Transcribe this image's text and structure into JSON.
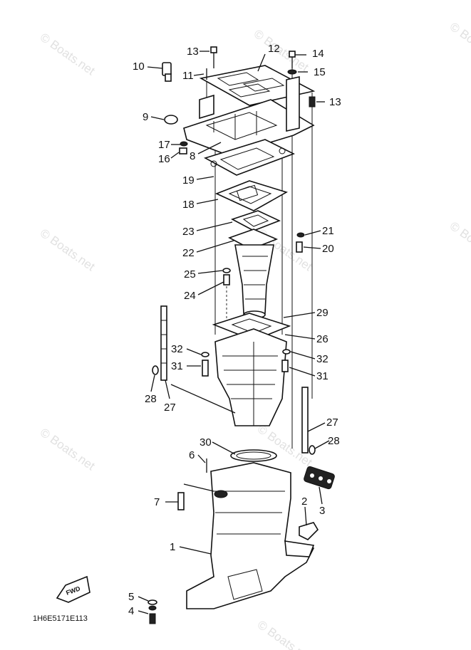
{
  "diagram_code": "1H6E5171E113",
  "fwd_mark": "FWD",
  "watermark": "© Boats.net",
  "callouts": [
    "1",
    "2",
    "3",
    "4",
    "5",
    "6",
    "7",
    "8",
    "9",
    "10",
    "11",
    "12",
    "13",
    "13",
    "14",
    "15",
    "16",
    "17",
    "18",
    "19",
    "20",
    "21",
    "22",
    "23",
    "24",
    "25",
    "26",
    "27",
    "27",
    "28",
    "28",
    "29",
    "30",
    "31",
    "31",
    "32",
    "32"
  ]
}
